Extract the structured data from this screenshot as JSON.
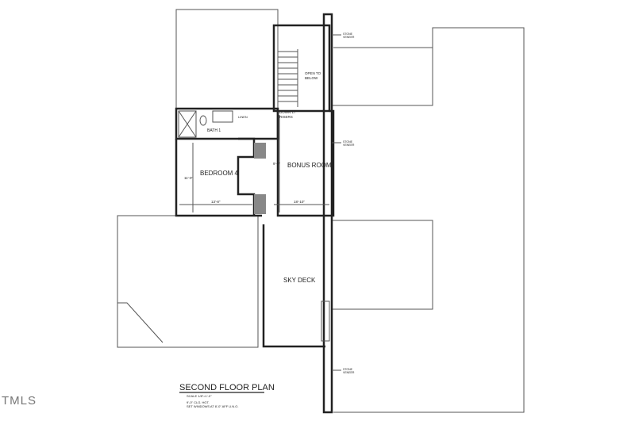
{
  "plan": {
    "title": "SECOND FLOOR PLAN",
    "scale": "SCALE 1/8\"=1'-0\"",
    "note1": "9'-0\" CLG. HGT.",
    "note2": "SET WINDOWS AT 8'-0\" AFF U.N.O."
  },
  "rooms": {
    "bedroom": "BEDROOM 4",
    "bonus": "BONUS ROOM",
    "bath": "BATH 1",
    "deck": "SKY DECK",
    "open": [
      "OPEN TO",
      "BELOW"
    ],
    "stair": [
      "DOWN 17",
      "RISERS"
    ],
    "linen": "LINEN"
  },
  "dimensions": {
    "bedroom_width": "13'-8\"",
    "bedroom_depth": "11'-0\"",
    "bonus_width": "18'-10\"",
    "bonus_depth": "9'-0\""
  },
  "callouts": [
    "STONE",
    "VENEER"
  ],
  "watermark": "TMLS",
  "colors": {
    "line": "#222222",
    "background": "#ffffff"
  }
}
